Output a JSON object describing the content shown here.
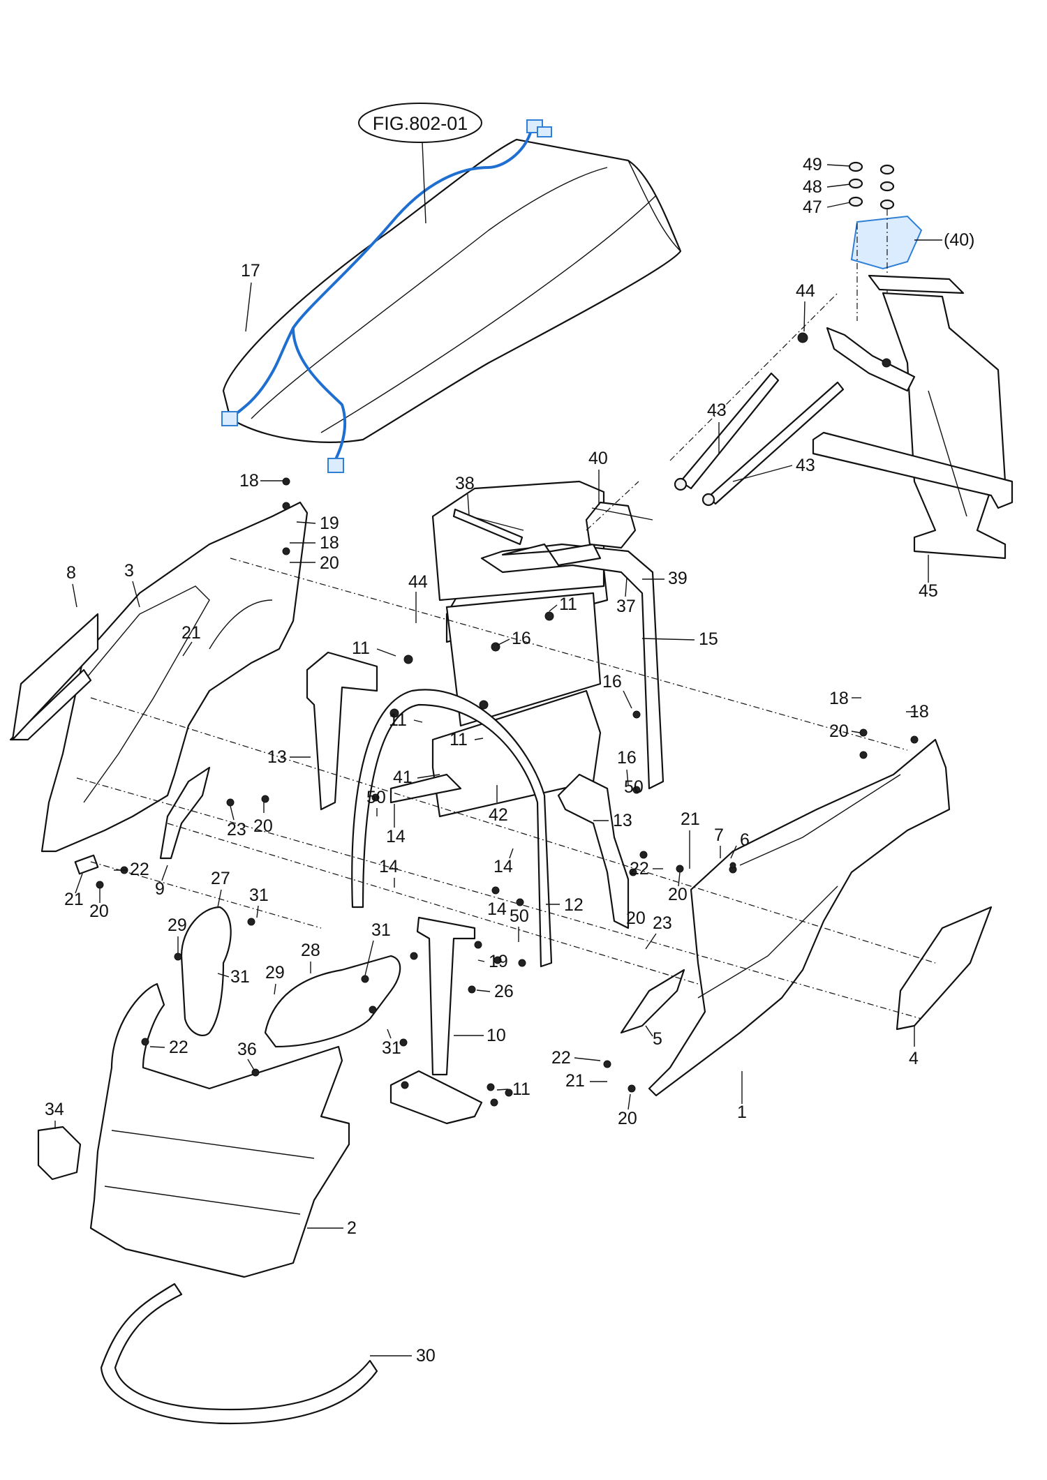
{
  "figure_ref": "FIG.802-01",
  "labels": {
    "l1": "1",
    "l2": "2",
    "l3": "3",
    "l4": "4",
    "l5": "5",
    "l6": "6",
    "l7": "7",
    "l8": "8",
    "l9": "9",
    "l10": "10",
    "l11a": "11",
    "l11b": "11",
    "l11c": "11",
    "l11d": "11",
    "l11e": "11",
    "l12": "12",
    "l13a": "13",
    "l13b": "13",
    "l14a": "14",
    "l14b": "14",
    "l14c": "14",
    "l14d": "14",
    "l15": "15",
    "l16a": "16",
    "l16b": "16",
    "l16c": "16",
    "l17": "17",
    "l18a": "18",
    "l18b": "18",
    "l18c": "18",
    "l18d": "18",
    "l19a": "19",
    "l19b": "19",
    "l20a": "20",
    "l20b": "20",
    "l20c": "20",
    "l20d": "20",
    "l20e": "20",
    "l20f": "20",
    "l20g": "20",
    "l21a": "21",
    "l21b": "21",
    "l21c": "21",
    "l21d": "21",
    "l22a": "22",
    "l22b": "22",
    "l22c": "22",
    "l22d": "22",
    "l23a": "23",
    "l23b": "23",
    "l26": "26",
    "l27": "27",
    "l28": "28",
    "l29a": "29",
    "l29b": "29",
    "l30": "30",
    "l31a": "31",
    "l31b": "31",
    "l31c": "31",
    "l31d": "31",
    "l34": "34",
    "l36": "36",
    "l37": "37",
    "l38": "38",
    "l39": "39",
    "l40": "40",
    "l40ref": "(40)",
    "l41": "41",
    "l42": "42",
    "l43a": "43",
    "l43b": "43",
    "l44a": "44",
    "l44b": "44",
    "l45": "45",
    "l47": "47",
    "l48": "48",
    "l49": "49",
    "l50a": "50",
    "l50b": "50",
    "l50c": "50"
  },
  "colors": {
    "line": "#111111",
    "wire_harness": "#1f6fd1",
    "highlight_part": "#dcecff"
  }
}
